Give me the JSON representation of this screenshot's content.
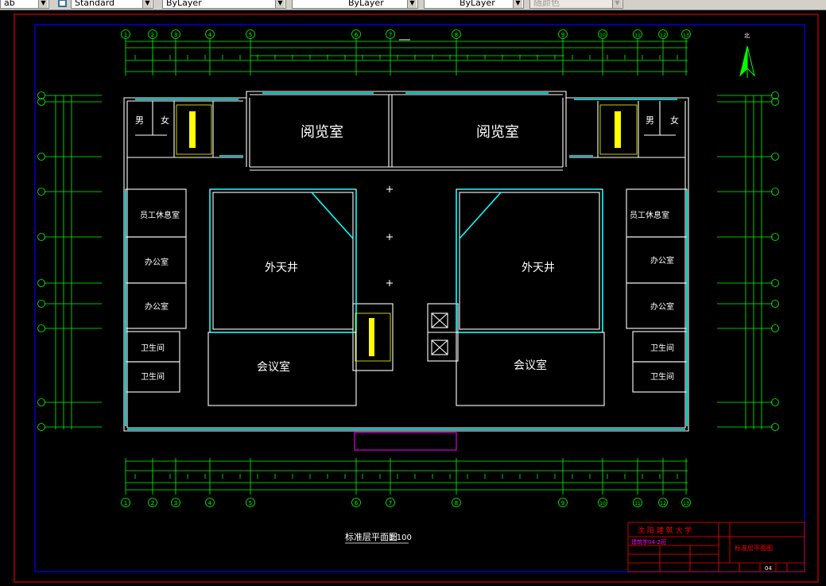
{
  "toolbar": {
    "text_style_value": "ab",
    "dim_style_value": "Standard",
    "layer_value": "ByLayer",
    "linetype_value": "ByLayer",
    "lineweight_value": "ByLayer",
    "plot_style_value": "随颜色"
  },
  "drawing": {
    "axis_top": [
      "1",
      "2",
      "3",
      "4",
      "5",
      "6",
      "7",
      "8",
      "9",
      "10",
      "11",
      "12",
      "13"
    ],
    "axis_bottom": [
      "1",
      "2",
      "3",
      "4",
      "5",
      "6",
      "7",
      "8",
      "9",
      "10",
      "11",
      "12",
      "13"
    ],
    "north_label": "北",
    "rooms": {
      "reading_room_left": "阅览室",
      "reading_room_right": "阅览室",
      "male_left": "男",
      "female_left": "女",
      "male_right": "男",
      "female_right": "女",
      "staff_lounge_left": "员工休息室",
      "staff_lounge_right": "员工休息室",
      "office_left_1": "办公室",
      "office_left_2": "办公室",
      "office_right_1": "办公室",
      "office_right_2": "办公室",
      "restroom_left_1": "卫生间",
      "restroom_left_2": "卫生间",
      "restroom_right_1": "卫生间",
      "restroom_right_2": "卫生间",
      "courtyard_left": "外天井",
      "courtyard_right": "外天井",
      "meeting_left": "会议室",
      "meeting_right": "会议室"
    },
    "drawing_title": "标准层平面图",
    "drawing_scale": "1:100",
    "title_block": {
      "school": "沈 阳 建 筑 大 学",
      "class_id": "建筑学04-2班",
      "drawing_name": "标准层平面图",
      "sheet_no": "04"
    }
  },
  "colors": {
    "cad_bg": "#000000",
    "wall": "#ffffff",
    "window": "#00ffff",
    "dimension": "#00ff00",
    "stairs": "#ffff00",
    "frame_blue": "#0000ff",
    "frame_red": "#ff0000",
    "magenta": "#ff00ff"
  }
}
